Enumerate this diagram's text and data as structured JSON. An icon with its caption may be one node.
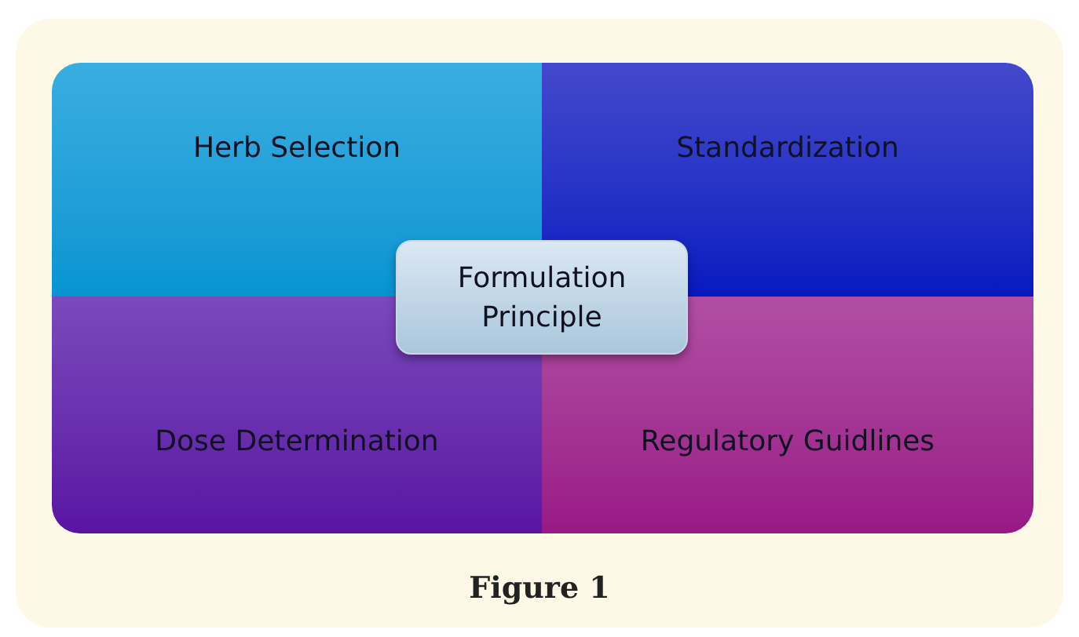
{
  "diagram": {
    "caption": "Figure 1",
    "nodes": [
      {
        "text": [
          "Herb Selection"
        ]
      },
      {
        "text": [
          "Standardization"
        ]
      },
      {
        "text": [
          "Dose Determination"
        ]
      },
      {
        "text": [
          "Regulatory Guidlines"
        ]
      },
      {
        "text": [
          "Formulation Principle"
        ]
      }
    ]
  }
}
